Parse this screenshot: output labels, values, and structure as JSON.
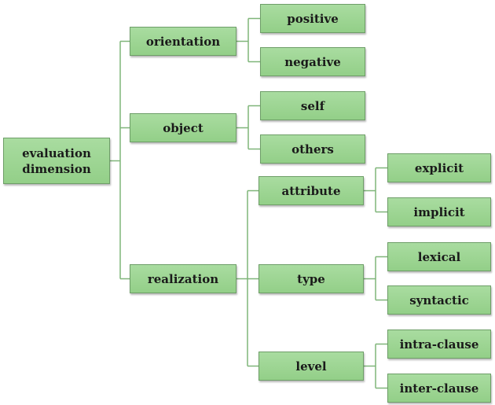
{
  "nodes": {
    "root": "evaluation\ndimension",
    "orientation": "orientation",
    "object": "object",
    "realization": "realization",
    "positive": "positive",
    "negative": "negative",
    "self": "self",
    "others": "others",
    "attribute": "attribute",
    "type": "type",
    "level": "level",
    "explicit": "explicit",
    "implicit": "implicit",
    "lexical": "lexical",
    "syntactic": "syntactic",
    "intra": "intra-clause",
    "inter": "inter-clause"
  },
  "edges": [
    [
      "root",
      "orientation"
    ],
    [
      "root",
      "object"
    ],
    [
      "root",
      "realization"
    ],
    [
      "orientation",
      "positive"
    ],
    [
      "orientation",
      "negative"
    ],
    [
      "object",
      "self"
    ],
    [
      "object",
      "others"
    ],
    [
      "realization",
      "attribute"
    ],
    [
      "realization",
      "type"
    ],
    [
      "realization",
      "level"
    ],
    [
      "attribute",
      "explicit"
    ],
    [
      "attribute",
      "implicit"
    ],
    [
      "type",
      "lexical"
    ],
    [
      "type",
      "syntactic"
    ],
    [
      "level",
      "intra"
    ],
    [
      "level",
      "inter"
    ]
  ],
  "colors": {
    "box_fill": "#9ed594",
    "box_border": "#6e9e68",
    "connector": "#7fb579"
  }
}
